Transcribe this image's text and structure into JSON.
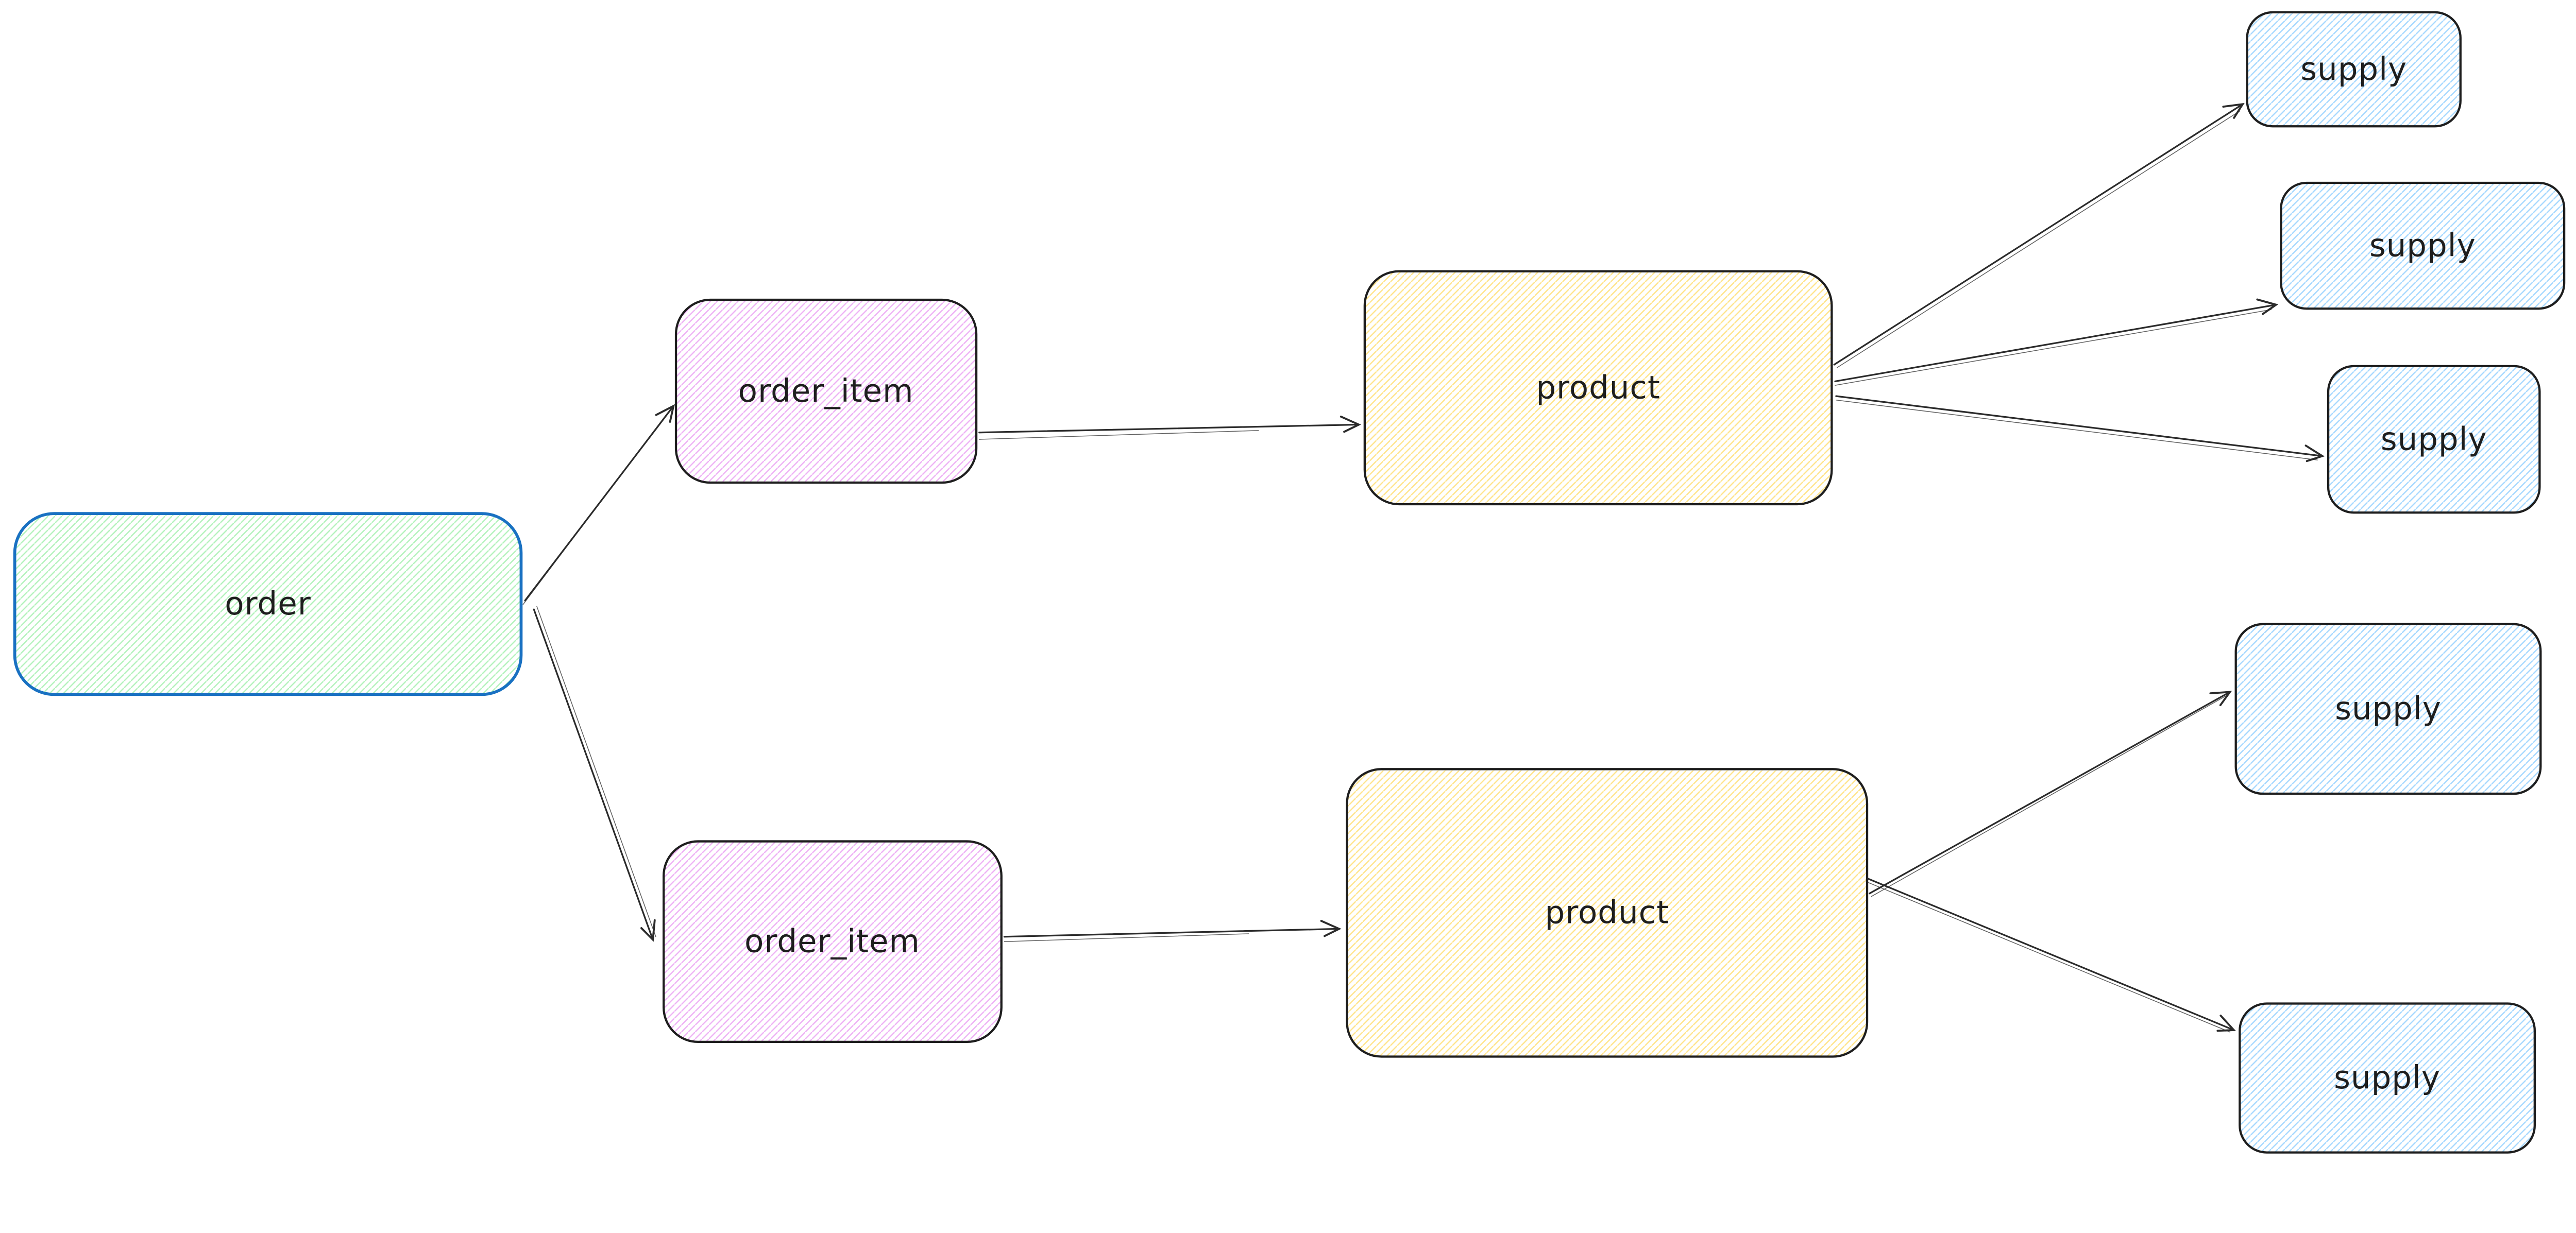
{
  "app": {
    "kind": "hand-drawn entity diagram",
    "background": "#ffffff"
  },
  "palette": {
    "ink": "#1e1e1e",
    "arrow_color": "#2b2b2b",
    "order_border_blue": "#1971c2",
    "green_hatch": "#b2f2bb",
    "violet_hatch": "#eeb1f5",
    "yellow_hatch": "#ffe48a",
    "blue_hatch": "#a5d8ff"
  },
  "diagram": {
    "nodes": [
      {
        "id": "order",
        "label": "order",
        "shape": "rounded-rect",
        "fill_style": "green-hachure",
        "stroke": "#1971c2"
      },
      {
        "id": "order_item_1",
        "label": "order_item",
        "shape": "rounded-rect",
        "fill_style": "violet-hachure",
        "stroke": "#1e1e1e"
      },
      {
        "id": "order_item_2",
        "label": "order_item",
        "shape": "rounded-rect",
        "fill_style": "violet-hachure",
        "stroke": "#1e1e1e"
      },
      {
        "id": "product_1",
        "label": "product",
        "shape": "rounded-rect",
        "fill_style": "yellow-hachure",
        "stroke": "#1e1e1e"
      },
      {
        "id": "product_2",
        "label": "product",
        "shape": "rounded-rect",
        "fill_style": "yellow-hachure",
        "stroke": "#1e1e1e"
      },
      {
        "id": "supply_1",
        "label": "supply",
        "shape": "rounded-rect",
        "fill_style": "blue-hachure",
        "stroke": "#1e1e1e"
      },
      {
        "id": "supply_2",
        "label": "supply",
        "shape": "rounded-rect",
        "fill_style": "blue-hachure",
        "stroke": "#1e1e1e"
      },
      {
        "id": "supply_3",
        "label": "supply",
        "shape": "rounded-rect",
        "fill_style": "blue-hachure",
        "stroke": "#1e1e1e"
      },
      {
        "id": "supply_4",
        "label": "supply",
        "shape": "rounded-rect",
        "fill_style": "blue-hachure",
        "stroke": "#1e1e1e"
      },
      {
        "id": "supply_5",
        "label": "supply",
        "shape": "rounded-rect",
        "fill_style": "blue-hachure",
        "stroke": "#1e1e1e"
      }
    ],
    "edges": [
      {
        "from": "order",
        "to": "order_item_1",
        "style": "arrow"
      },
      {
        "from": "order",
        "to": "order_item_2",
        "style": "arrow"
      },
      {
        "from": "order_item_1",
        "to": "product_1",
        "style": "arrow"
      },
      {
        "from": "order_item_2",
        "to": "product_2",
        "style": "arrow"
      },
      {
        "from": "product_1",
        "to": "supply_1",
        "style": "arrow"
      },
      {
        "from": "product_1",
        "to": "supply_2",
        "style": "arrow"
      },
      {
        "from": "product_1",
        "to": "supply_3",
        "style": "arrow"
      },
      {
        "from": "product_2",
        "to": "supply_4",
        "style": "arrow"
      },
      {
        "from": "product_2",
        "to": "supply_5",
        "style": "arrow"
      }
    ]
  }
}
